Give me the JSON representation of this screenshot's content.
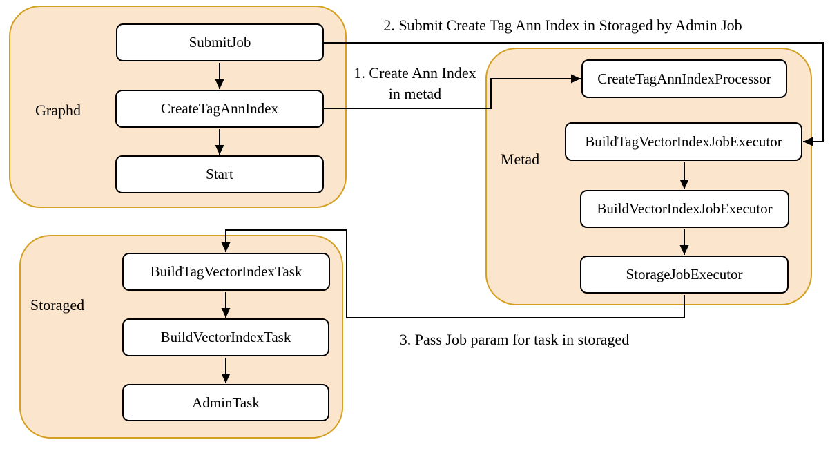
{
  "colors": {
    "background": "#FFFFFF",
    "container_fill": "#FCE5CD",
    "container_stroke": "#D5A021",
    "node_fill": "#FFFFFF",
    "node_stroke": "#000000",
    "connector": "#000000",
    "text": "#000000"
  },
  "graphd": {
    "label": "Graphd",
    "nodes": [
      {
        "label": "SubmitJob"
      },
      {
        "label": "CreateTagAnnIndex"
      },
      {
        "label": "Start"
      }
    ]
  },
  "metad": {
    "label": "Metad",
    "nodes": [
      {
        "label": "CreateTagAnnIndexProcessor"
      },
      {
        "label": "BuildTagVectorIndexJobExecutor"
      },
      {
        "label": "BuildVectorIndexJobExecutor"
      },
      {
        "label": "StorageJobExecutor"
      }
    ]
  },
  "storaged": {
    "label": "Storaged",
    "nodes": [
      {
        "label": "BuildTagVectorIndexTask"
      },
      {
        "label": "BuildVectorIndexTask"
      },
      {
        "label": "AdminTask"
      }
    ]
  },
  "edges": {
    "e1": {
      "label_line1": "1. Create Ann Index",
      "label_line2": "in metad",
      "from": "CreateTagAnnIndex",
      "to": "CreateTagAnnIndexProcessor"
    },
    "e2": {
      "label": "2. Submit Create Tag Ann Index in Storaged by Admin Job",
      "from": "SubmitJob",
      "to": "BuildTagVectorIndexJobExecutor"
    },
    "e3": {
      "label": "3. Pass Job param for task in storaged",
      "from": "StorageJobExecutor",
      "to": "BuildTagVectorIndexTask"
    },
    "internal_flows": [
      "SubmitJob -> CreateTagAnnIndex",
      "CreateTagAnnIndex -> Start",
      "BuildTagVectorIndexJobExecutor -> BuildVectorIndexJobExecutor",
      "BuildVectorIndexJobExecutor -> StorageJobExecutor",
      "BuildTagVectorIndexTask -> BuildVectorIndexTask",
      "BuildVectorIndexTask -> AdminTask"
    ]
  }
}
